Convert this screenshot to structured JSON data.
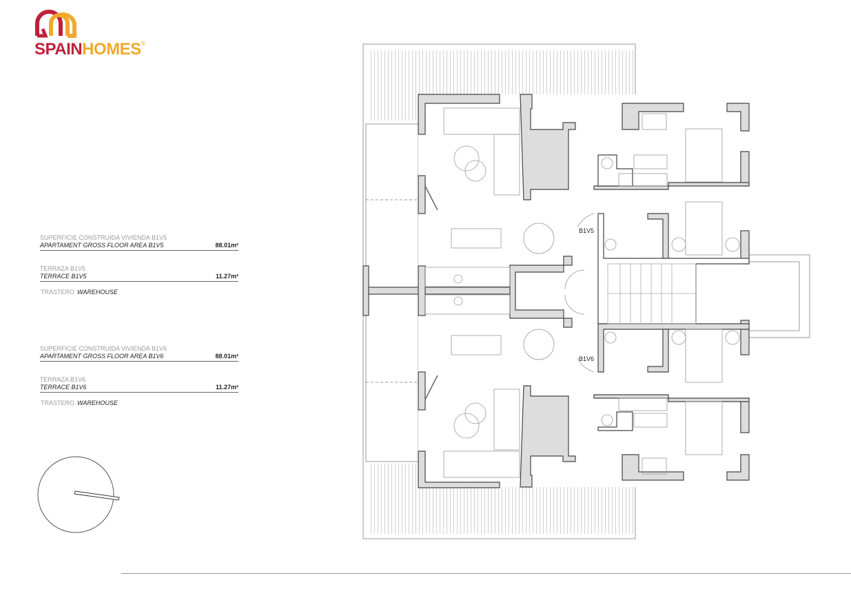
{
  "logo": {
    "part1": "SPAIN",
    "part2": "HOMES",
    "registered": "®",
    "colors": {
      "red": "#c0203a",
      "gold": "#f0a92e"
    }
  },
  "areas": [
    {
      "es_label": "SUPERFICIE CONSTRUIDA VIVIENDA B1V5",
      "en_label": "APARTAMENT GROSS FLOOR AREA B1V5",
      "value": "88.01m²"
    },
    {
      "es_label": "TERRAZA B1V5",
      "en_label": "TERRACE B1V5",
      "value": "11.27m²"
    },
    {
      "es_label": "SUPERFICIE CONSTRUIDA VIVIENDA B1V6",
      "en_label": "APARTAMENT GROSS FLOOR AREA B1V6",
      "value": "88.01m²"
    },
    {
      "es_label": "TERRAZA B1V6",
      "en_label": "TERRACE B1V6",
      "value": "11.27m²"
    }
  ],
  "storage": [
    {
      "es_label": "TRASTERO",
      "en_label": "WAREHOUSE"
    },
    {
      "es_label": "TRASTERO",
      "en_label": "WAREHOUSE"
    }
  ],
  "plan": {
    "unit_top": "B1V5",
    "unit_bottom": "B1V6"
  },
  "compass": {
    "icon": "north-arrow-icon"
  }
}
